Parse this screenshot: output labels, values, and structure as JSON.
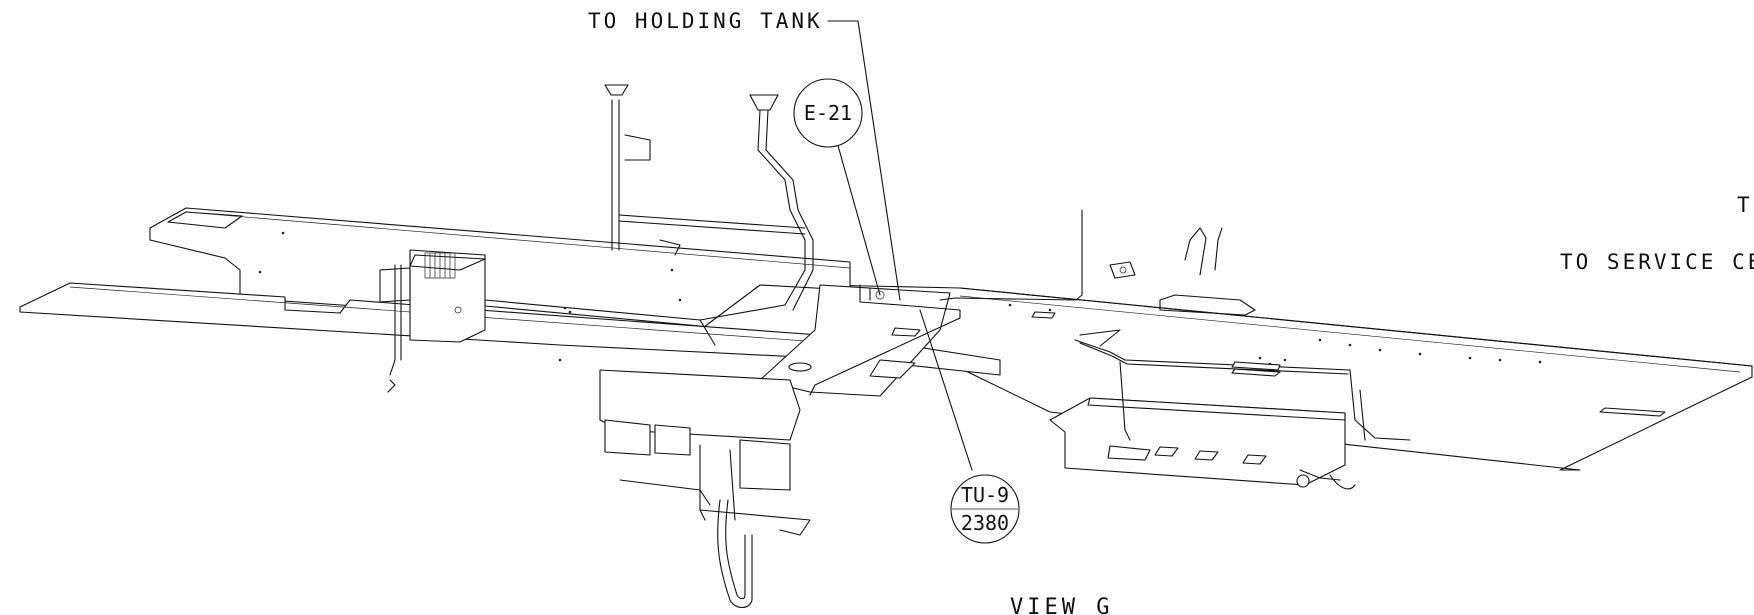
{
  "labels": {
    "to_holding_tank": "TO HOLDING TANK",
    "to_service_center": "TO SERVICE CE",
    "right_edge_fragment": "T",
    "view_title": "VIEW G"
  },
  "callouts": {
    "e21": "E-21",
    "tu9_top": "TU-9",
    "tu9_bottom": "2380"
  }
}
